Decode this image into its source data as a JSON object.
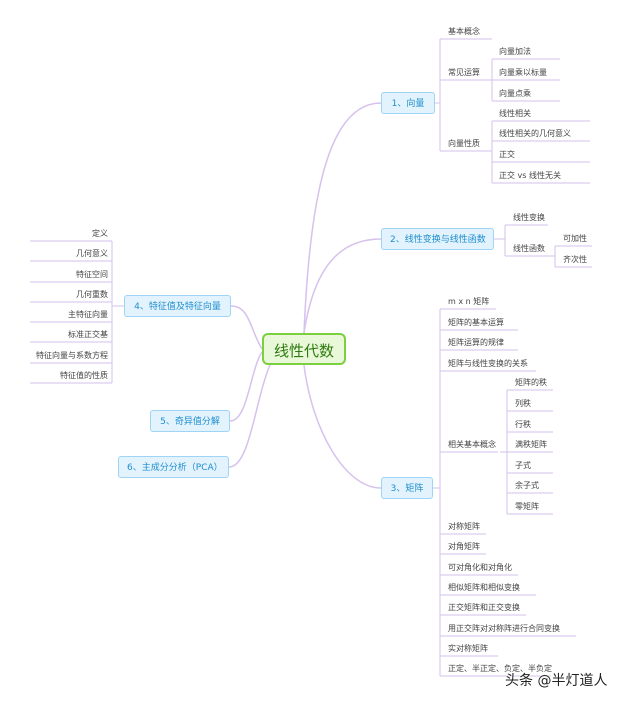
{
  "root": "线性代数",
  "branches": {
    "b1": "1、向量",
    "b2": "2、线性变换与线性函数",
    "b3": "3、矩阵",
    "b4": "4、特征值及特征向量",
    "b5": "5、奇异值分解",
    "b6": "6、主成分分析（PCA）"
  },
  "vector": {
    "concept": "基本概念",
    "ops": "常见运算",
    "ops_items": [
      "向量加法",
      "向量乘以标量",
      "向量点乘"
    ],
    "props": "向量性质",
    "props_items": [
      "线性相关",
      "线性相关的几何意义",
      "正交",
      "正交 vs 线性无关"
    ]
  },
  "linear": {
    "transform": "线性变换",
    "function": "线性函数",
    "function_items": [
      "可加性",
      "齐次性"
    ]
  },
  "matrix": {
    "top_items": [
      "m x n 矩阵",
      "矩阵的基本运算",
      "矩阵运算的规律",
      "矩阵与线性变换的关系"
    ],
    "related": "相关基本概念",
    "related_items": [
      "矩阵的秩",
      "列秩",
      "行秩",
      "满秩矩阵",
      "子式",
      "余子式",
      "零矩阵"
    ],
    "bottom_items": [
      "对称矩阵",
      "对角矩阵",
      "可对角化和对角化",
      "相似矩阵和相似变换",
      "正交矩阵和正交变换",
      "用正交阵对对称阵进行合同变换",
      "实对称矩阵",
      "正定、半正定、负定、半负定"
    ]
  },
  "eigen_items": [
    "定义",
    "几何意义",
    "特征空间",
    "几何重数",
    "主特征向量",
    "标准正交基",
    "特征向量与系数方程",
    "特征值的性质"
  ],
  "watermark": "头条 @半灯道人",
  "colors": {
    "line": "#d6c2ec",
    "branch": "#1f8ecf",
    "root": "#7ccf3f"
  }
}
